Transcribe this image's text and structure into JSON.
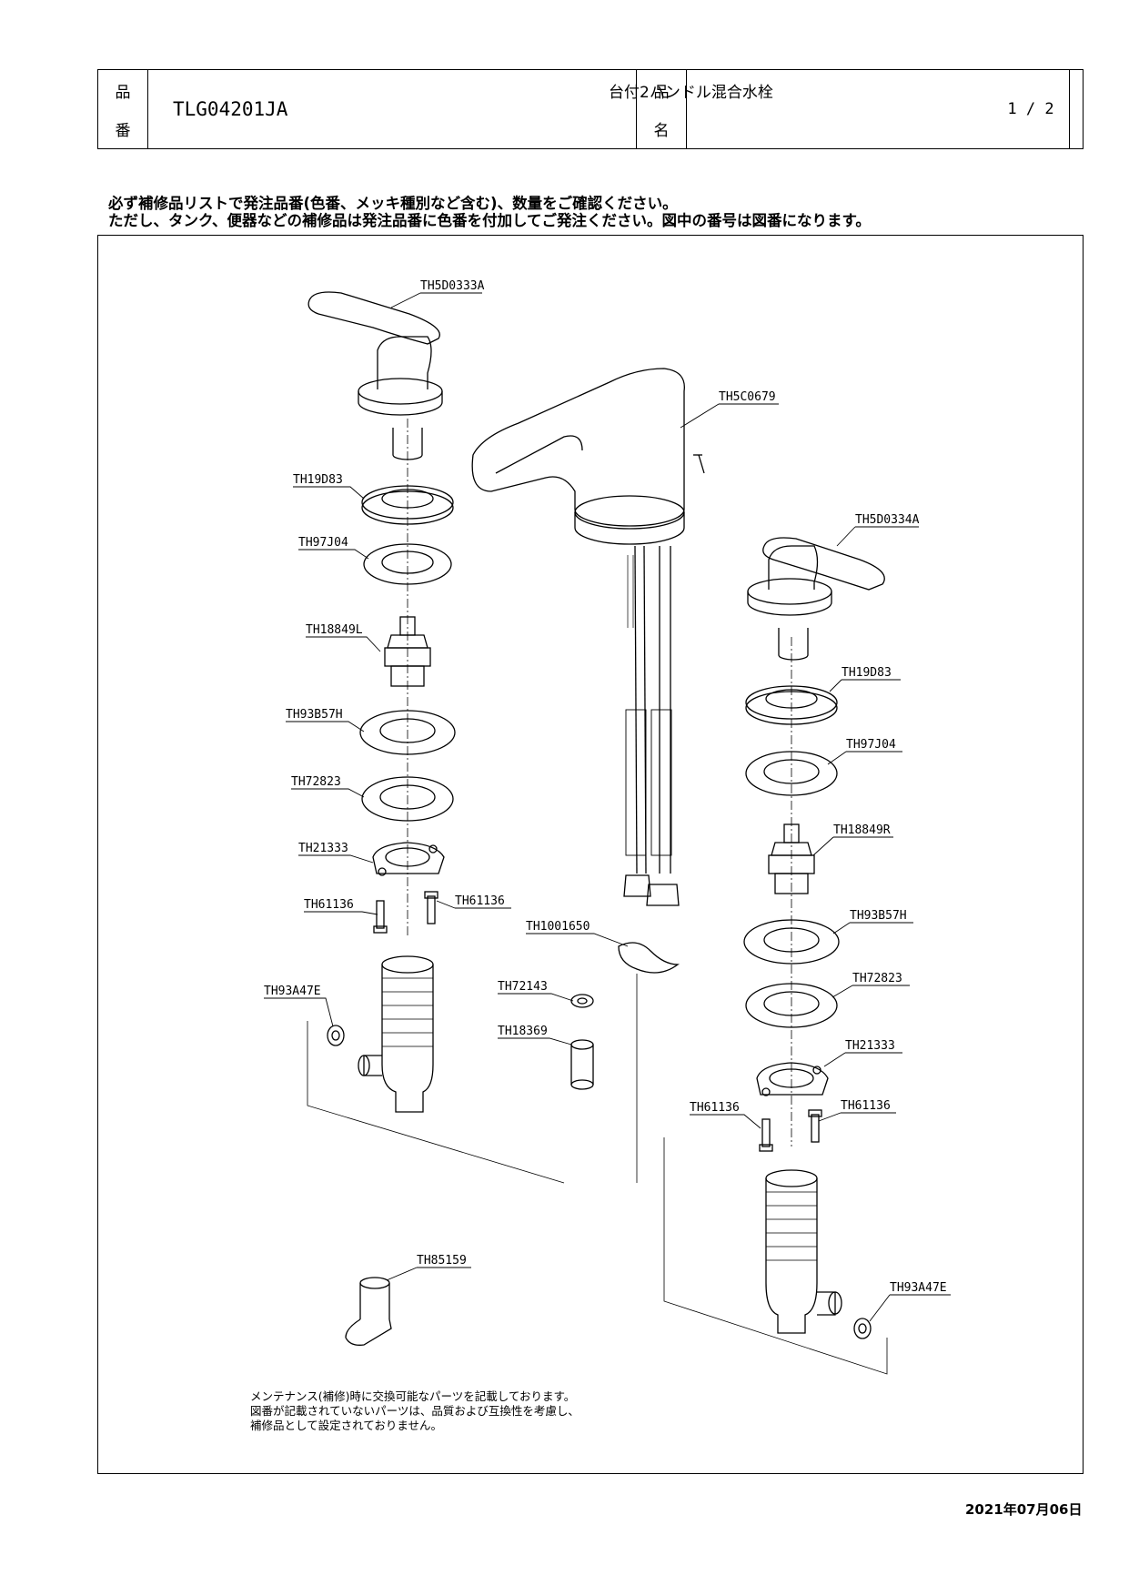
{
  "header": {
    "hin_label_1": "品",
    "ban_label": "番",
    "model_number": "TLG04201JA",
    "hin_label_2": "品",
    "mei_label": "名",
    "product_name": "台付2ハンドル混合水栓",
    "page_indicator": "1 / 2"
  },
  "notes": {
    "line1": "必ず補修品リストで発注品番(色番、メッキ種別など含む)、数量をご確認ください。",
    "line2": "ただし、タンク、便器などの補修品は発注品番に色番を付加してご発注ください。図中の番号は図番になります。"
  },
  "parts": {
    "left_handle": "TH5D0333A",
    "left_holder": "TH19D83",
    "left_washer1": "TH97J04",
    "left_cartridge": "TH18849L",
    "left_washer2": "TH93B57H",
    "left_washer3": "TH72823",
    "left_plate": "TH21333",
    "left_screw_l": "TH61136",
    "left_screw_r": "TH61136",
    "left_seal": "TH93A47E",
    "spout": "TH5C0679",
    "right_handle": "TH5D0334A",
    "right_holder": "TH19D83",
    "right_washer1": "TH97J04",
    "right_cartridge": "TH18849R",
    "right_washer2": "TH93B57H",
    "right_washer3": "TH72823",
    "right_plate": "TH21333",
    "right_screw_l": "TH61136",
    "right_screw_r": "TH61136",
    "right_seal": "TH93A47E",
    "clip": "TH1001650",
    "small_washer": "TH72143",
    "nut": "TH18369",
    "tool": "TH85159"
  },
  "maintenance": {
    "line1": "メンテナンス(補修)時に交換可能なパーツを記載しております。",
    "line2": "図番が記載されていないパーツは、品質および互換性を考慮し、",
    "line3": "補修品として設定されておりません。"
  },
  "date": "2021年07月06日"
}
